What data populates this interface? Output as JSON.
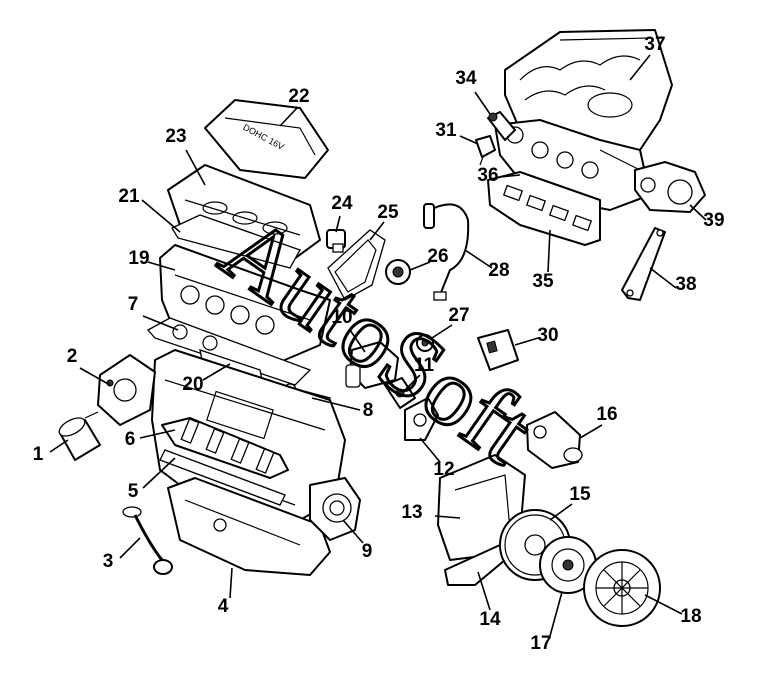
{
  "diagram": {
    "cover_lettering": "DOHC 16V",
    "watermark_text": "AutoSoft",
    "callouts": [
      {
        "id": "1",
        "label": "1"
      },
      {
        "id": "2",
        "label": "2"
      },
      {
        "id": "3",
        "label": "3"
      },
      {
        "id": "4",
        "label": "4"
      },
      {
        "id": "5",
        "label": "5"
      },
      {
        "id": "6",
        "label": "6"
      },
      {
        "id": "7",
        "label": "7"
      },
      {
        "id": "8",
        "label": "8"
      },
      {
        "id": "9",
        "label": "9"
      },
      {
        "id": "10",
        "label": "10"
      },
      {
        "id": "11",
        "label": "11"
      },
      {
        "id": "12",
        "label": "12"
      },
      {
        "id": "13",
        "label": "13"
      },
      {
        "id": "14",
        "label": "14"
      },
      {
        "id": "15",
        "label": "15"
      },
      {
        "id": "16",
        "label": "16"
      },
      {
        "id": "17",
        "label": "17"
      },
      {
        "id": "18",
        "label": "18"
      },
      {
        "id": "19",
        "label": "19"
      },
      {
        "id": "20",
        "label": "20"
      },
      {
        "id": "21",
        "label": "21"
      },
      {
        "id": "22",
        "label": "22"
      },
      {
        "id": "23",
        "label": "23"
      },
      {
        "id": "24",
        "label": "24"
      },
      {
        "id": "25",
        "label": "25"
      },
      {
        "id": "26",
        "label": "26"
      },
      {
        "id": "27",
        "label": "27"
      },
      {
        "id": "28",
        "label": "28"
      },
      {
        "id": "30",
        "label": "30"
      },
      {
        "id": "31",
        "label": "31"
      },
      {
        "id": "34",
        "label": "34"
      },
      {
        "id": "35",
        "label": "35"
      },
      {
        "id": "36",
        "label": "36"
      },
      {
        "id": "37",
        "label": "37"
      },
      {
        "id": "38",
        "label": "38"
      },
      {
        "id": "39",
        "label": "39"
      }
    ]
  }
}
